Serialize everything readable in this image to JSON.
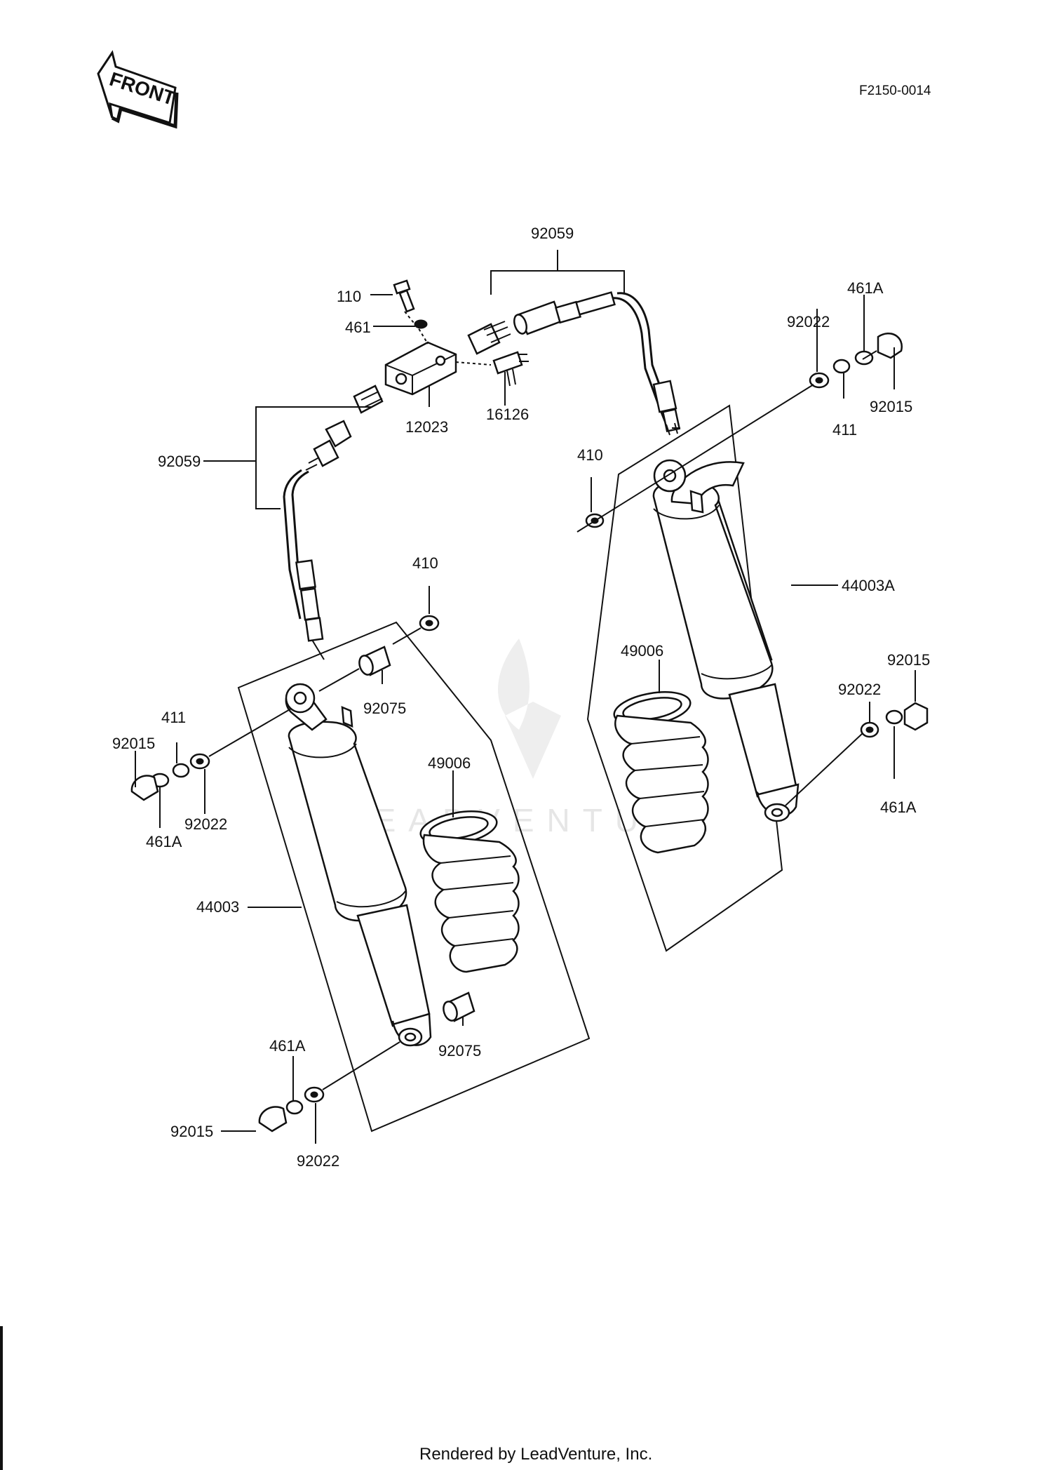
{
  "header": {
    "front_label": "FRONT",
    "diagram_code": "F2150-0014"
  },
  "watermark": {
    "text": "LEADVENTURE"
  },
  "footer": {
    "text": "Rendered by LeadVenture, Inc."
  },
  "callouts": [
    {
      "id": "c-92059-top",
      "part": "92059"
    },
    {
      "id": "c-110",
      "part": "110"
    },
    {
      "id": "c-461",
      "part": "461"
    },
    {
      "id": "c-12023",
      "part": "12023"
    },
    {
      "id": "c-16126",
      "part": "16126"
    },
    {
      "id": "c-92059-left",
      "part": "92059"
    },
    {
      "id": "c-461A-r-top",
      "part": "461A"
    },
    {
      "id": "c-92022-r-top",
      "part": "92022"
    },
    {
      "id": "c-92015-r-top",
      "part": "92015"
    },
    {
      "id": "c-411-r-top",
      "part": "411"
    },
    {
      "id": "c-410-r",
      "part": "410"
    },
    {
      "id": "c-44003A",
      "part": "44003A"
    },
    {
      "id": "c-49006-r",
      "part": "49006"
    },
    {
      "id": "c-92015-r-bot",
      "part": "92015"
    },
    {
      "id": "c-92022-r-bot",
      "part": "92022"
    },
    {
      "id": "c-461A-r-bot",
      "part": "461A"
    },
    {
      "id": "c-410-l",
      "part": "410"
    },
    {
      "id": "c-92075-l-top",
      "part": "92075"
    },
    {
      "id": "c-411-l",
      "part": "411"
    },
    {
      "id": "c-92015-l-top",
      "part": "92015"
    },
    {
      "id": "c-92022-l-top",
      "part": "92022"
    },
    {
      "id": "c-461A-l-top",
      "part": "461A"
    },
    {
      "id": "c-49006-l",
      "part": "49006"
    },
    {
      "id": "c-44003",
      "part": "44003"
    },
    {
      "id": "c-92075-l-bot",
      "part": "92075"
    },
    {
      "id": "c-461A-l-bot",
      "part": "461A"
    },
    {
      "id": "c-92015-l-bot",
      "part": "92015"
    },
    {
      "id": "c-92022-l-bot",
      "part": "92022"
    }
  ]
}
